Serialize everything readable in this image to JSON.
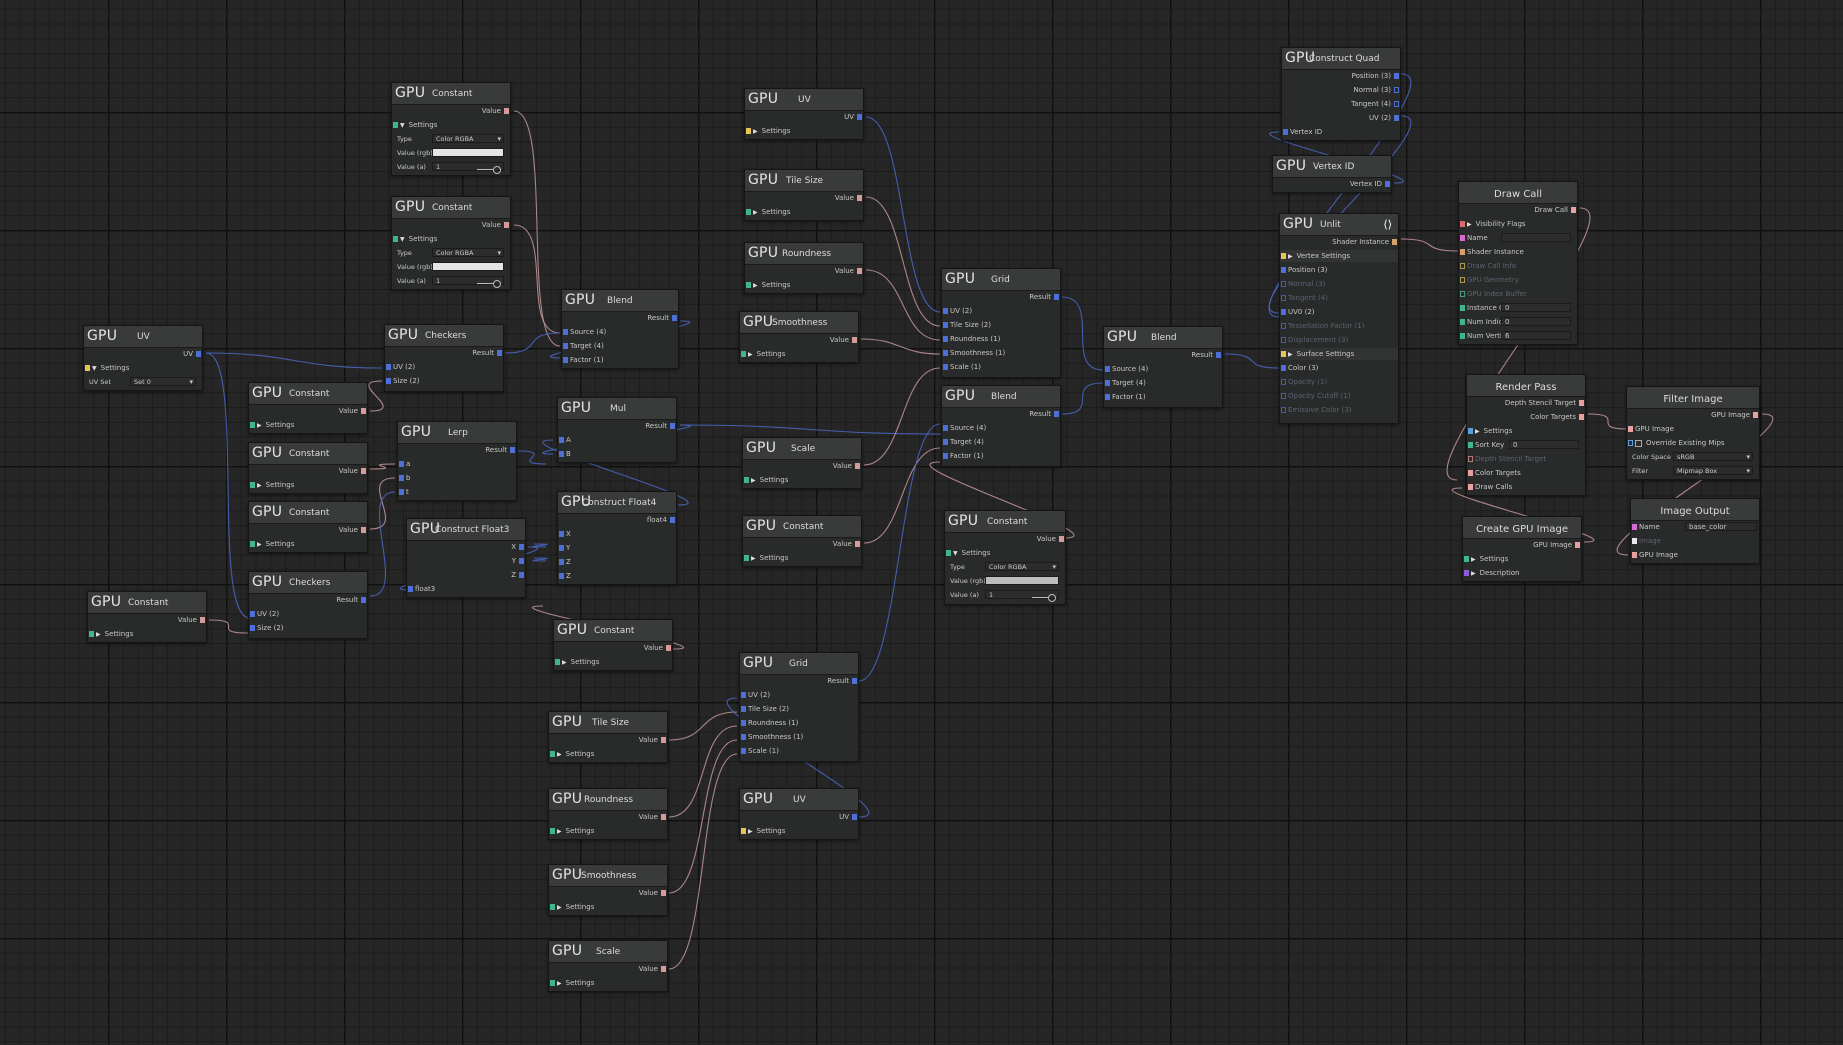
{
  "colors": {
    "float": "#4f6fd8",
    "value": "#d79a9a",
    "settings": "#3fb58f",
    "uvsettings": "#e6c35a",
    "drawcall": "#e8a0a0",
    "name": "#d86ad8",
    "dim": "#5a6ab0",
    "wire_blue": "#4a68c6",
    "wire_pink": "#c4989a"
  },
  "gpu": "GPU",
  "nodes": {
    "const1": {
      "title": "Constant",
      "out": "Value",
      "settings": "Settings",
      "type_l": "Type",
      "type_v": "Color RGBA",
      "rgb_l": "Value (rgb)",
      "a_l": "Value (a)",
      "a_v": "1"
    },
    "const2": {
      "title": "Constant",
      "out": "Value",
      "settings": "Settings",
      "type_l": "Type",
      "type_v": "Color RGBA",
      "rgb_l": "Value (rgb)",
      "a_l": "Value (a)",
      "a_v": "1"
    },
    "uv_left": {
      "title": "UV",
      "out": "UV",
      "settings": "Settings",
      "uvset_l": "UV Set",
      "uvset_v": "Set 0"
    },
    "checkers1": {
      "title": "Checkers",
      "out": "Result",
      "in1": "UV (2)",
      "in2": "Size (2)"
    },
    "const3": {
      "title": "Constant",
      "out": "Value",
      "settings": "Settings"
    },
    "const4": {
      "title": "Constant",
      "out": "Value",
      "settings": "Settings"
    },
    "const5": {
      "title": "Constant",
      "out": "Value",
      "settings": "Settings"
    },
    "checkers2": {
      "title": "Checkers",
      "out": "Result",
      "in1": "UV (2)",
      "in2": "Size (2)"
    },
    "const6": {
      "title": "Constant",
      "out": "Value",
      "settings": "Settings"
    },
    "lerp": {
      "title": "Lerp",
      "out": "Result",
      "a": "a",
      "b": "b",
      "t": "t"
    },
    "cf3": {
      "title": "Construct Float3",
      "out": "float3",
      "x": "X",
      "y": "Y",
      "z": "Z"
    },
    "blend1": {
      "title": "Blend",
      "out": "Result",
      "in1": "Source (4)",
      "in2": "Target (4)",
      "in3": "Factor (1)"
    },
    "mul": {
      "title": "Mul",
      "out": "Result",
      "a": "A",
      "b": "B"
    },
    "cf4": {
      "title": "Construct Float4",
      "out": "float4",
      "x": "X",
      "y": "Y",
      "z": "Z",
      "w": "Z"
    },
    "const7": {
      "title": "Constant",
      "out": "Value",
      "settings": "Settings"
    },
    "uv_top": {
      "title": "UV",
      "out": "UV",
      "settings": "Settings"
    },
    "tilesize1": {
      "title": "Tile Size",
      "out": "Value",
      "settings": "Settings"
    },
    "round1": {
      "title": "Roundness",
      "out": "Value",
      "settings": "Settings"
    },
    "smooth1": {
      "title": "Smoothness",
      "out": "Value",
      "settings": "Settings"
    },
    "scale1": {
      "title": "Scale",
      "out": "Value",
      "settings": "Settings"
    },
    "const8": {
      "title": "Constant",
      "out": "Value",
      "settings": "Settings"
    },
    "grid1": {
      "title": "Grid",
      "out": "Result",
      "in1": "UV (2)",
      "in2": "Tile Size (2)",
      "in3": "Roundness (1)",
      "in4": "Smoothness (1)",
      "in5": "Scale (1)"
    },
    "blend2": {
      "title": "Blend",
      "out": "Result",
      "in1": "Source (4)",
      "in2": "Target (4)",
      "in3": "Factor (1)"
    },
    "const9": {
      "title": "Constant",
      "out": "Value",
      "settings": "Settings",
      "type_l": "Type",
      "type_v": "Color RGBA",
      "rgb_l": "Value (rgb)",
      "a_l": "Value (a)",
      "a_v": "1"
    },
    "blend3": {
      "title": "Blend",
      "out": "Result",
      "in1": "Source (4)",
      "in2": "Target (4)",
      "in3": "Factor (1)"
    },
    "grid2": {
      "title": "Grid",
      "out": "Result",
      "in1": "UV (2)",
      "in2": "Tile Size (2)",
      "in3": "Roundness (1)",
      "in4": "Smoothness (1)",
      "in5": "Scale (1)"
    },
    "tilesize2": {
      "title": "Tile Size",
      "out": "Value",
      "settings": "Settings"
    },
    "round2": {
      "title": "Roundness",
      "out": "Value",
      "settings": "Settings"
    },
    "smooth2": {
      "title": "Smoothness",
      "out": "Value",
      "settings": "Settings"
    },
    "scale2": {
      "title": "Scale",
      "out": "Value",
      "settings": "Settings"
    },
    "uv_bottom": {
      "title": "UV",
      "out": "UV",
      "settings": "Settings"
    },
    "cquad": {
      "title": "Construct Quad",
      "o1": "Position (3)",
      "o2": "Normal (3)",
      "o3": "Tangent (4)",
      "o4": "UV (2)",
      "in1": "Vertex ID"
    },
    "vertexid": {
      "title": "Vertex ID",
      "out": "Vertex ID"
    },
    "unlit": {
      "title": "Unlit",
      "tag": "⟨⟩",
      "out": "Shader Instance",
      "sec1": "Vertex Settings",
      "i1": "Position (3)",
      "i2": "Normal (3)",
      "i3": "Tangent (4)",
      "i4": "UV0 (2)",
      "i5": "Tessellation Factor (1)",
      "i6": "Displacement (3)",
      "sec2": "Surface Settings",
      "i7": "Color (3)",
      "i8": "Opacity (1)",
      "i9": "Opacity Cutoff (1)",
      "i10": "Emissive Color (3)"
    },
    "drawcall": {
      "title": "Draw Call",
      "out": "Draw Call",
      "i1": "Visibility Flags",
      "i2": "Name",
      "i3": "Shader Instance",
      "i4": "Draw Call Info",
      "i5": "GPU Geometry",
      "i6": "GPU Index Buffer",
      "i7": "Instance Cou",
      "i7v": "0",
      "i8": "Num Indices",
      "i8v": "0",
      "i9": "Num Vertices",
      "i9v": "6"
    },
    "renderpass": {
      "title": "Render Pass",
      "o1": "Depth Stencil Target",
      "o2": "Color Targets",
      "s": "Settings",
      "i1": "Sort Key",
      "i1v": "0",
      "i2": "Depth Stencil Target",
      "i3": "Color Targets",
      "i4": "Draw Calls"
    },
    "filterimg": {
      "title": "Filter Image",
      "out": "GPU Image",
      "i1": "GPU Image",
      "chk": "Override Existing Mips",
      "cs_l": "Color Space",
      "cs_v": "sRGB",
      "f_l": "Filter",
      "f_v": "Mipmap Box"
    },
    "imgout": {
      "title": "Image Output",
      "name_l": "Name",
      "name_v": "base_color",
      "i1": "Image",
      "i2": "GPU Image"
    },
    "creategpu": {
      "title": "Create GPU Image",
      "out": "GPU Image",
      "s": "Settings",
      "d": "Description"
    }
  }
}
